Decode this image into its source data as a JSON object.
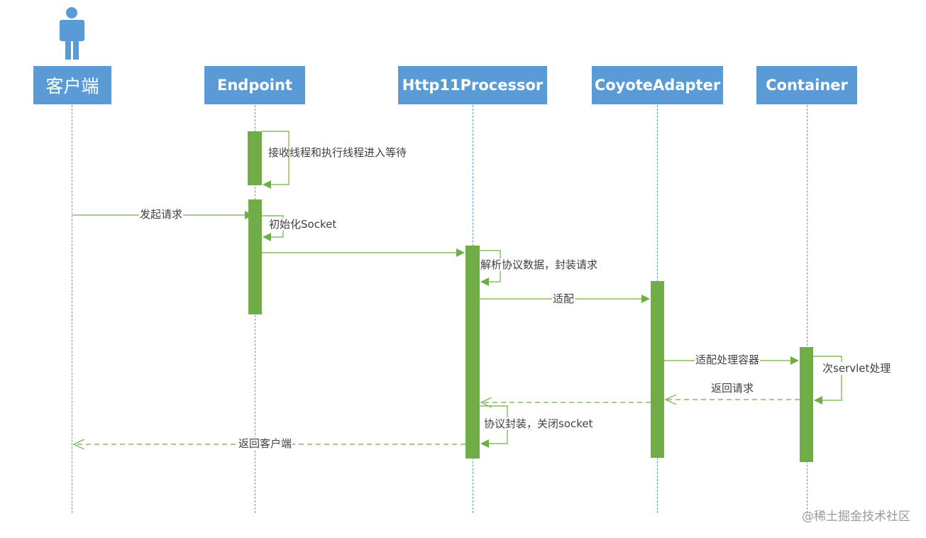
{
  "actor_icon": "person-icon",
  "colors": {
    "box": "#5b9bd5",
    "activation": "#70ad47",
    "arrow": "#70ad47",
    "lifeline": "#5b9bd5"
  },
  "participants": {
    "client": "客户端",
    "endpoint": "Endpoint",
    "processor": "Http11Processor",
    "adapter": "CoyoteAdapter",
    "container": "Container"
  },
  "messages": {
    "wait": "接收线程和执行线程进入等待",
    "request": "发起请求",
    "init_socket": "初始化Socket",
    "parse": "解析协议数据，封装请求",
    "adapt": "适配",
    "adapt_container": "适配处理容器",
    "servlet": "次servlet处理",
    "return_request": "返回请求",
    "close": "协议封装，关闭socket",
    "return_client": "返回客户端"
  },
  "watermark": "@稀土掘金技术社区"
}
